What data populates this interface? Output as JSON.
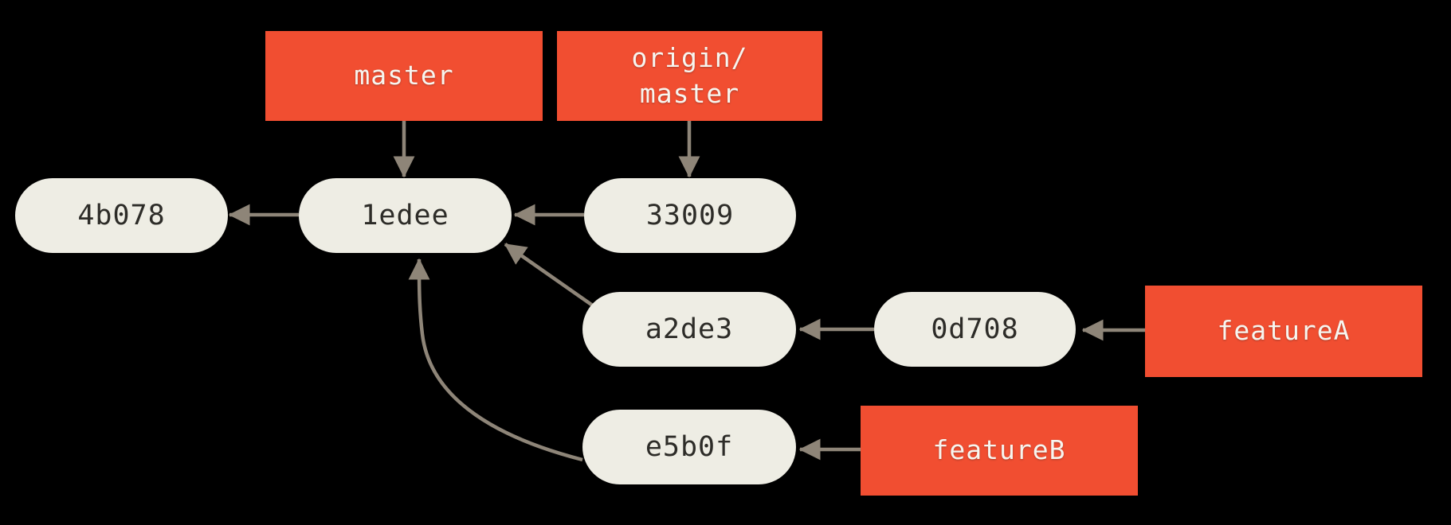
{
  "colors": {
    "background": "#000000",
    "branch_label_bg": "#f14e31",
    "branch_label_text": "#f7f5ef",
    "commit_pill_bg": "#eeede4",
    "commit_pill_text": "#2d2c28",
    "arrow": "#8e8578"
  },
  "branches": {
    "master": {
      "label": "master"
    },
    "origin_master": {
      "label": "origin/\nmaster"
    },
    "feature_a": {
      "label": "featureA"
    },
    "feature_b": {
      "label": "featureB"
    }
  },
  "commits": {
    "4b078": {
      "label": "4b078"
    },
    "1edee": {
      "label": "1edee"
    },
    "33009": {
      "label": "33009"
    },
    "a2de3": {
      "label": "a2de3"
    },
    "0d708": {
      "label": "0d708"
    },
    "e5b0f": {
      "label": "e5b0f"
    }
  },
  "edges": [
    {
      "from": "master",
      "to": "1edee",
      "type": "branch-pointer"
    },
    {
      "from": "origin/master",
      "to": "33009",
      "type": "branch-pointer"
    },
    {
      "from": "1edee",
      "to": "4b078",
      "type": "parent"
    },
    {
      "from": "33009",
      "to": "1edee",
      "type": "parent"
    },
    {
      "from": "a2de3",
      "to": "1edee",
      "type": "parent"
    },
    {
      "from": "e5b0f",
      "to": "1edee",
      "type": "parent"
    },
    {
      "from": "0d708",
      "to": "a2de3",
      "type": "parent"
    },
    {
      "from": "featureA",
      "to": "0d708",
      "type": "branch-pointer"
    },
    {
      "from": "featureB",
      "to": "e5b0f",
      "type": "branch-pointer"
    }
  ]
}
